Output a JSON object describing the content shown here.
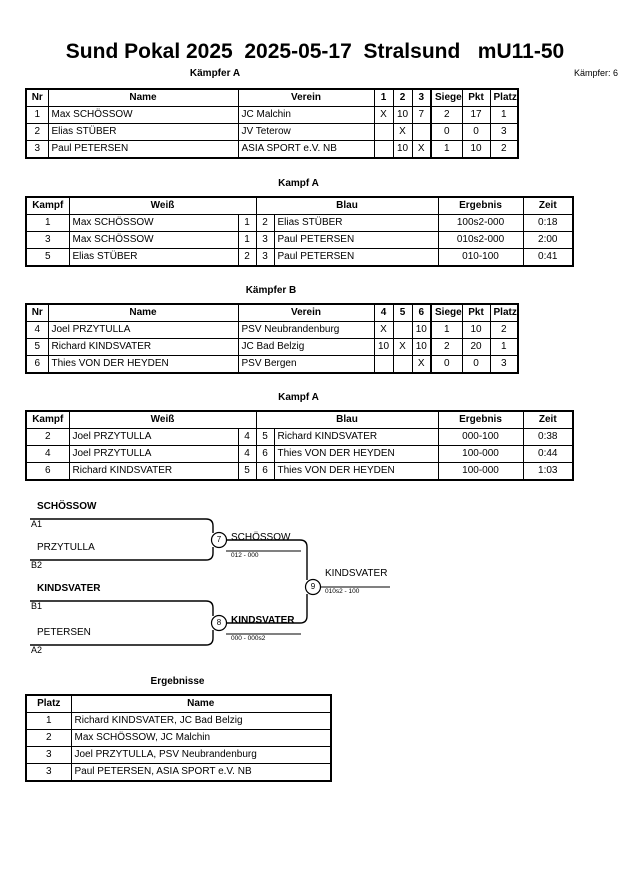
{
  "header": {
    "title": "Sund Pokal 2025  2025-05-17  Stralsund   mU11-50",
    "subtitle": "Kämpfer A",
    "fighters_count": "Kämpfer: 6"
  },
  "pool_a": {
    "caption": "Kämpfer A",
    "columns": [
      "Nr",
      "Name",
      "Verein",
      "1",
      "2",
      "3",
      "Siege",
      "Pkt",
      "Platz"
    ],
    "rows": [
      {
        "nr": "1",
        "name": "Max SCHÖSSOW",
        "verein": "JC Malchin",
        "m1": "X",
        "m2": "10",
        "m3": "7",
        "siege": "2",
        "pkt": "17",
        "platz": "1"
      },
      {
        "nr": "2",
        "name": "Elias  STÜBER",
        "verein": "JV Teterow",
        "m1": "",
        "m2": "X",
        "m3": "",
        "siege": "0",
        "pkt": "0",
        "platz": "3"
      },
      {
        "nr": "3",
        "name": "Paul PETERSEN",
        "verein": "ASIA SPORT e.V. NB",
        "m1": "",
        "m2": "10",
        "m3": "X",
        "siege": "1",
        "pkt": "10",
        "platz": "2"
      }
    ]
  },
  "matches_a": {
    "caption": "Kampf A",
    "columns": [
      "Kampf",
      "Weiß",
      "Blau",
      "Ergebnis",
      "Zeit"
    ],
    "rows": [
      {
        "kampf": "1",
        "weiss": "Max SCHÖSSOW",
        "weiss_bold": true,
        "nr_w": "1",
        "nr_b": "2",
        "blau": "Elias  STÜBER",
        "blau_bold": false,
        "ergebnis": "100s2-000",
        "zeit": "0:18"
      },
      {
        "kampf": "3",
        "weiss": "Max SCHÖSSOW",
        "weiss_bold": true,
        "nr_w": "1",
        "nr_b": "3",
        "blau": "Paul PETERSEN",
        "blau_bold": false,
        "ergebnis": "010s2-000",
        "zeit": "2:00"
      },
      {
        "kampf": "5",
        "weiss": "Elias STÜBER",
        "weiss_bold": false,
        "nr_w": "2",
        "nr_b": "3",
        "blau": "Paul PETERSEN",
        "blau_bold": true,
        "ergebnis": "010-100",
        "zeit": "0:41"
      }
    ]
  },
  "pool_b": {
    "caption": "Kämpfer B",
    "columns": [
      "Nr",
      "Name",
      "Verein",
      "4",
      "5",
      "6",
      "Siege",
      "Pkt",
      "Platz"
    ],
    "rows": [
      {
        "nr": "4",
        "name": "Joel PRZYTULLA",
        "verein": "PSV Neubrandenburg",
        "m1": "X",
        "m2": "",
        "m3": "10",
        "siege": "1",
        "pkt": "10",
        "platz": "2"
      },
      {
        "nr": "5",
        "name": "Richard KINDSVATER",
        "verein": "JC Bad Belzig",
        "m1": "10",
        "m2": "X",
        "m3": "10",
        "siege": "2",
        "pkt": "20",
        "platz": "1"
      },
      {
        "nr": "6",
        "name": "Thies VON DER HEYDEN",
        "verein": "PSV Bergen",
        "m1": "",
        "m2": "",
        "m3": "X",
        "siege": "0",
        "pkt": "0",
        "platz": "3"
      }
    ]
  },
  "matches_b": {
    "caption": "Kampf A",
    "columns": [
      "Kampf",
      "Weiß",
      "Blau",
      "Ergebnis",
      "Zeit"
    ],
    "rows": [
      {
        "kampf": "2",
        "weiss": "Joel PRZYTULLA",
        "weiss_bold": false,
        "nr_w": "4",
        "nr_b": "5",
        "blau": "Richard KINDSVATER",
        "blau_bold": true,
        "ergebnis": "000-100",
        "zeit": "0:38"
      },
      {
        "kampf": "4",
        "weiss": "Joel PRZYTULLA",
        "weiss_bold": true,
        "nr_w": "4",
        "nr_b": "6",
        "blau": "Thies VON DER HEYDEN",
        "blau_bold": false,
        "ergebnis": "100-000",
        "zeit": "0:44"
      },
      {
        "kampf": "6",
        "weiss": "Richard KINDSVATER",
        "weiss_bold": true,
        "nr_w": "5",
        "nr_b": "6",
        "blau": "Thies VON DER HEYDEN",
        "blau_bold": false,
        "ergebnis": "100-000",
        "zeit": "1:03"
      }
    ]
  },
  "bracket": {
    "semi1": {
      "top_name": "SCHÖSSOW",
      "top_seed": "A1",
      "bot_name": "PRZYTULLA",
      "bot_seed": "B2",
      "match_no": "7",
      "winner": "SCHÖSSOW",
      "winner_bold": false,
      "score": "012 - 000"
    },
    "semi2": {
      "top_name": "KINDSVATER",
      "top_seed": "B1",
      "bot_name": "PETERSEN",
      "bot_seed": "A2",
      "match_no": "8",
      "winner": "KINDSVATER",
      "winner_bold": true,
      "score": "000 - 000s2"
    },
    "final": {
      "match_no": "9",
      "winner": "KINDSVATER",
      "score": "010s2 - 100"
    },
    "top_label_bold": {
      "semi1_top": true,
      "semi2_top": true
    }
  },
  "results": {
    "caption": "Ergebnisse",
    "columns": [
      "Platz",
      "Name"
    ],
    "rows": [
      {
        "platz": "1",
        "name": "Richard KINDSVATER, JC Bad Belzig"
      },
      {
        "platz": "2",
        "name": "Max SCHÖSSOW, JC Malchin"
      },
      {
        "platz": "3",
        "name": "Joel PRZYTULLA, PSV Neubrandenburg"
      },
      {
        "platz": "3",
        "name": "Paul PETERSEN, ASIA SPORT e.V. NB"
      }
    ]
  }
}
